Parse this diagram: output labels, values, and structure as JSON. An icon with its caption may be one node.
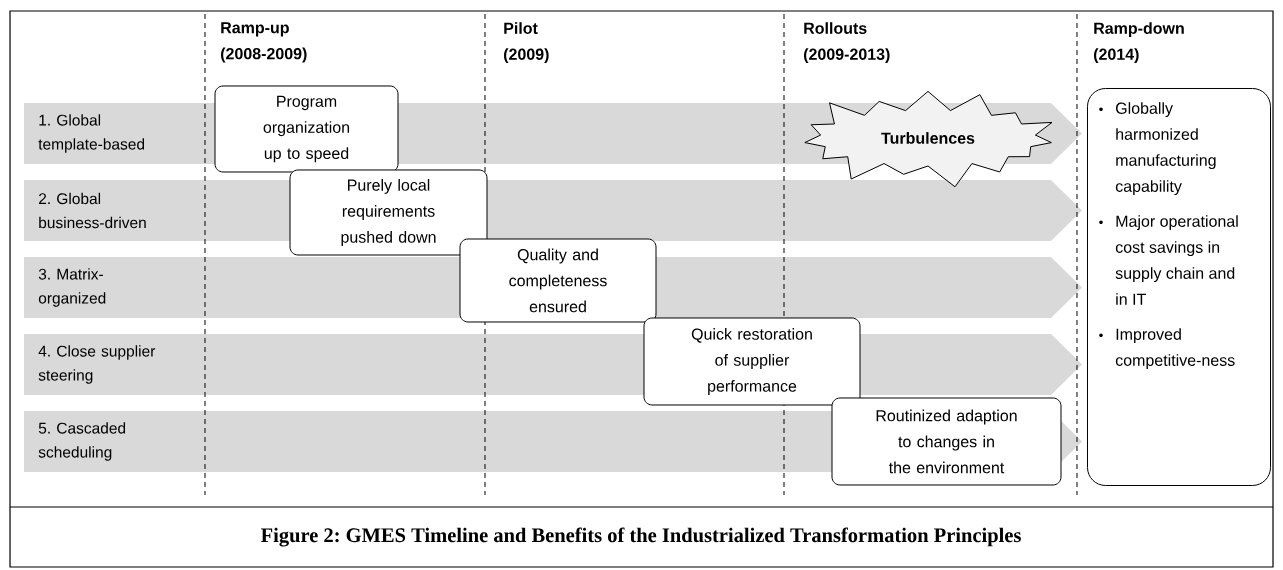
{
  "diagram": {
    "caption": "Figure 2: GMES Timeline and Benefits of the Industrialized Transformation Principles",
    "nodes": [
      {
        "text": [
          "1. Global template-based"
        ]
      },
      {
        "text": [
          "2. Global business-driven"
        ]
      },
      {
        "text": [
          "3. Matrix-organized"
        ]
      },
      {
        "text": [
          "4. Close supplier steering"
        ]
      },
      {
        "text": [
          "5. Cascaded scheduling"
        ]
      },
      {
        "text": [
          "Program organization up to speed"
        ]
      },
      {
        "text": [
          "Purely local requirements pushed down"
        ]
      },
      {
        "text": [
          "Quality and completeness ensured"
        ]
      },
      {
        "text": [
          "Quick restoration of supplier performance"
        ]
      },
      {
        "text": [
          "Routinized adaption to changes in the environment"
        ]
      },
      {
        "text": [
          "Turbulences"
        ]
      },
      {
        "text": [
          "Globally harmonized manufacturing capability",
          "Major operational cost savings in supply chain and in IT",
          "Improved competitive-ness"
        ]
      }
    ],
    "labels": [
      "Ramp-up (2008-2009)",
      "Pilot (2009)",
      "Rollouts (2009-2013)",
      "Ramp-down (2014)"
    ]
  }
}
